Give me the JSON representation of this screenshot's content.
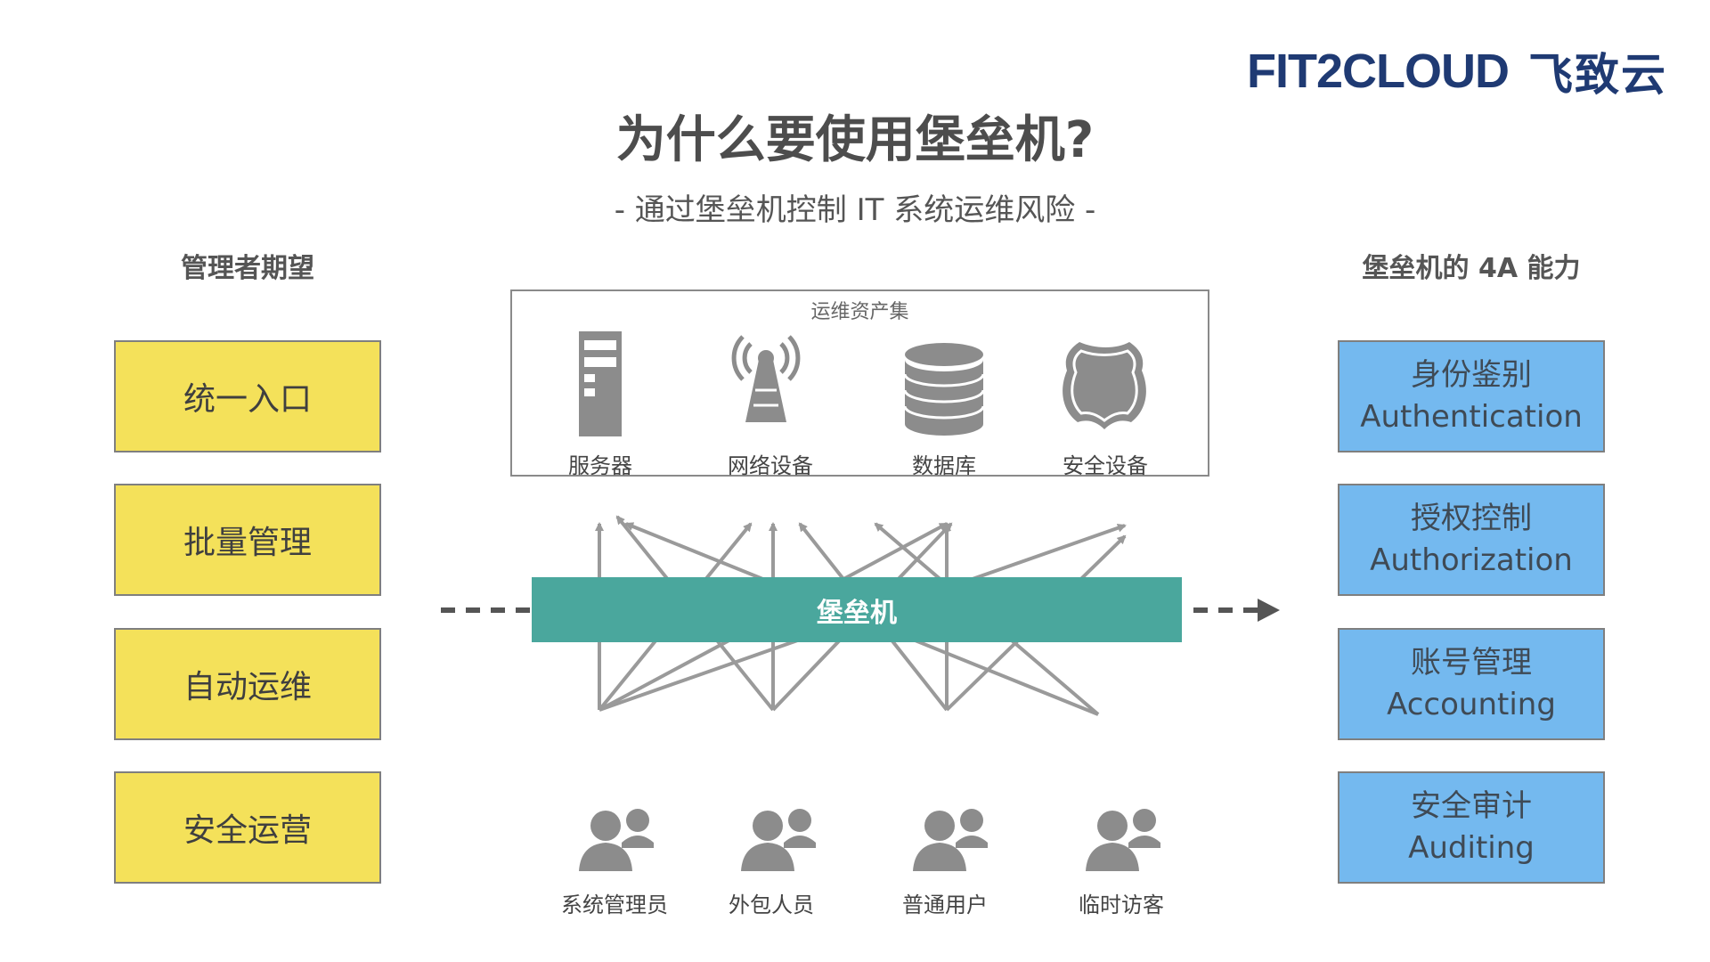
{
  "logo": {
    "brand": "FIT2CLOUD",
    "cn": "飞致云"
  },
  "title": "为什么要使用堡垒机?",
  "subtitle": "- 通过堡垒机控制 IT 系统运维风险 -",
  "left_heading": "管理者期望",
  "right_heading": "堡垒机的 4A 能力",
  "expectations": [
    "统一入口",
    "批量管理",
    "自动运维",
    "安全运营"
  ],
  "capabilities": [
    {
      "cn": "身份鉴别",
      "en": "Authentication"
    },
    {
      "cn": "授权控制",
      "en": "Authorization"
    },
    {
      "cn": "账号管理",
      "en": "Accounting"
    },
    {
      "cn": "安全审计",
      "en": "Auditing"
    }
  ],
  "assets": {
    "title": "运维资产集",
    "items": [
      {
        "label": "服务器",
        "icon": "server-icon"
      },
      {
        "label": "网络设备",
        "icon": "antenna-tower-icon"
      },
      {
        "label": "数据库",
        "icon": "database-icon"
      },
      {
        "label": "安全设备",
        "icon": "shield-icon"
      }
    ]
  },
  "bastion": "堡垒机",
  "users": [
    {
      "label": "系统管理员",
      "icon": "users-icon"
    },
    {
      "label": "外包人员",
      "icon": "users-icon"
    },
    {
      "label": "普通用户",
      "icon": "users-icon"
    },
    {
      "label": "临时访客",
      "icon": "users-icon"
    }
  ],
  "colors": {
    "expectation_fill": "#f4e15a",
    "capability_fill": "#74b9ef",
    "bastion_fill": "#4aa79d",
    "brand_navy": "#1f3a73",
    "icon_gray": "#8c8c8c"
  }
}
